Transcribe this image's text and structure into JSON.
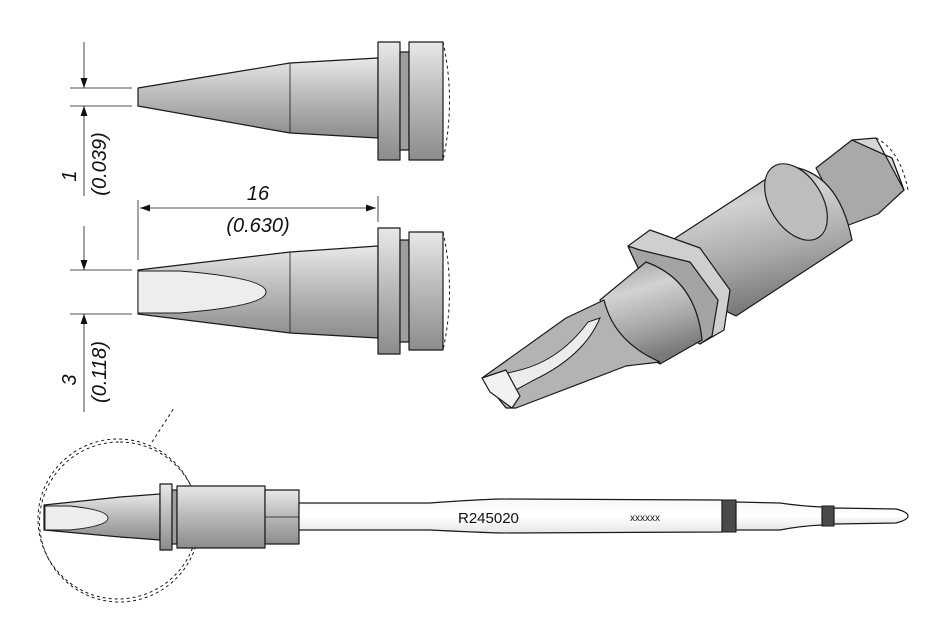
{
  "dimensions": {
    "tip_thickness": {
      "mm": "1",
      "inch": "(0.039)"
    },
    "tip_length": {
      "mm": "16",
      "inch": "(0.630)"
    },
    "tip_width": {
      "mm": "3",
      "inch": "(0.118)"
    }
  },
  "cartridge": {
    "part_number": "R245020",
    "serial_code": "xxxxxx"
  },
  "colors": {
    "body_gray": "#b9b9b9",
    "dark_gray": "#8e8e8e",
    "light_gray": "#e2e2e2",
    "tinned_face": "#ececec",
    "band_dark": "#555555",
    "outline": "#1a1a1a"
  }
}
